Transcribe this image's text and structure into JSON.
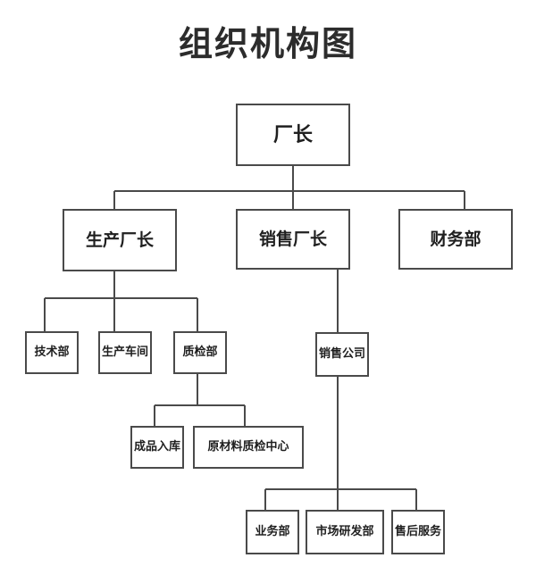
{
  "title": "组织机构图",
  "nodes": {
    "factory_director": "厂长",
    "production_director": "生产厂长",
    "sales_director": "销售厂长",
    "finance_dept": "财务部",
    "tech_dept": "技术部",
    "production_workshop": "生产车间",
    "quality_dept": "质检部",
    "finished_goods_storage": "成品入库",
    "raw_material_qc_center": "原材料质检中心",
    "sales_company": "销售公司",
    "business_dept": "业务部",
    "market_research_dept": "市场研发部",
    "after_sales_service": "售后服务"
  },
  "colors": {
    "line": "#4a4a4a",
    "text": "#1f1f1f"
  }
}
